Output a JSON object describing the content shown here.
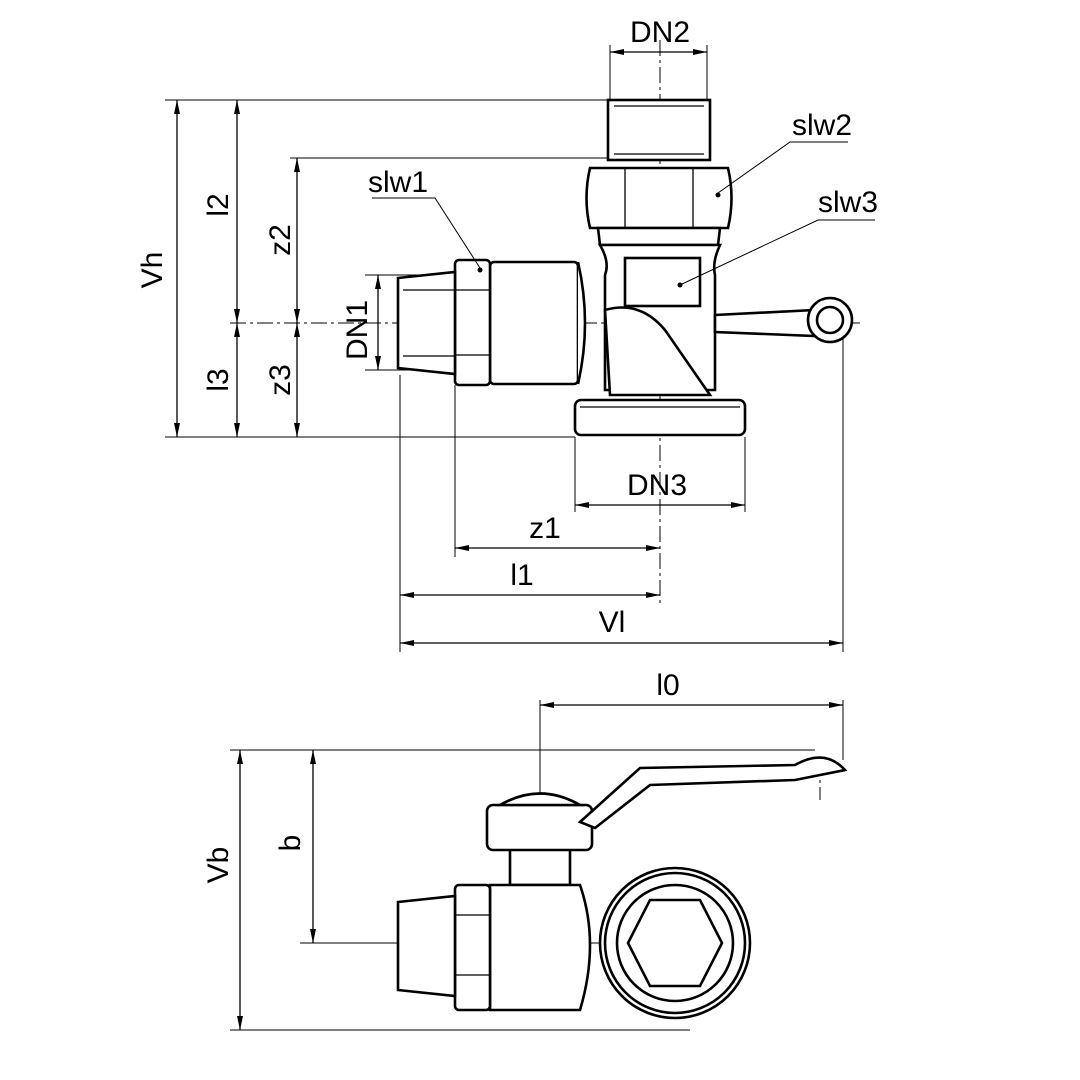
{
  "labels": {
    "dn1": "DN1",
    "dn2": "DN2",
    "dn3": "DN3",
    "slw1": "slw1",
    "slw2": "slw2",
    "slw3": "slw3",
    "vh": "Vh",
    "l2": "l2",
    "l3": "l3",
    "z2": "z2",
    "z3": "z3",
    "z1": "z1",
    "l1": "l1",
    "vl": "Vl",
    "l0": "l0",
    "vb": "Vb",
    "b": "b"
  }
}
